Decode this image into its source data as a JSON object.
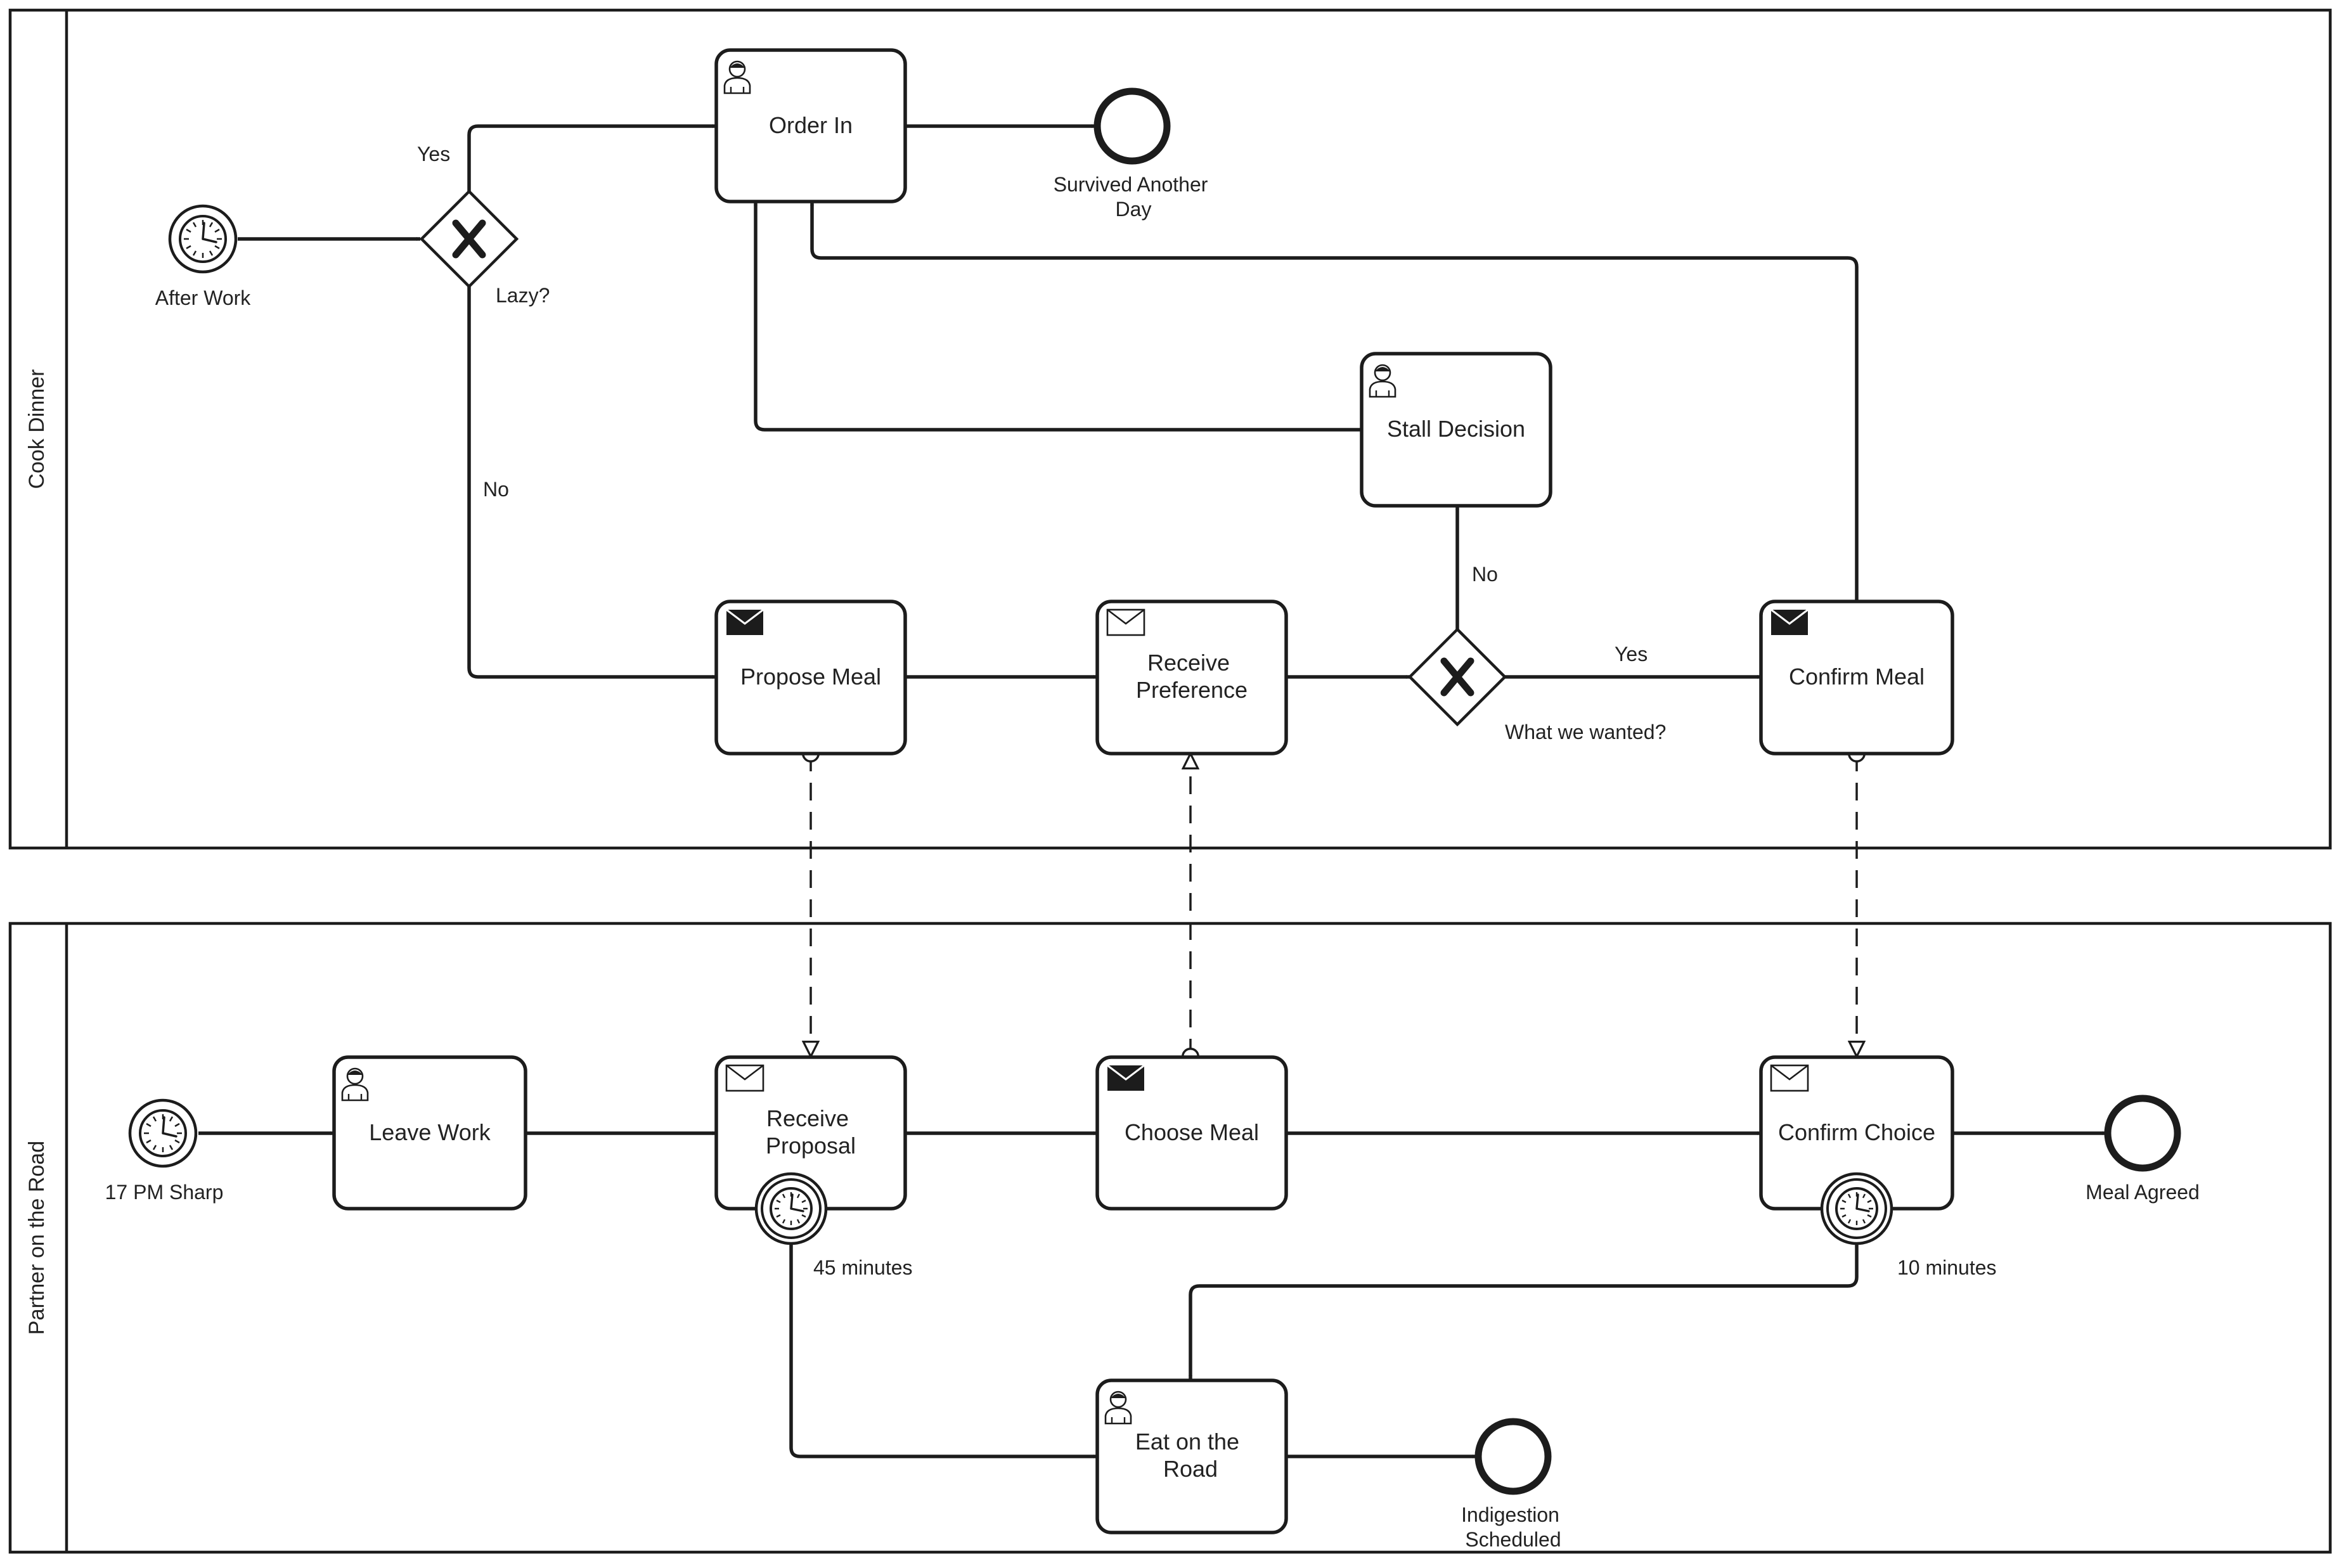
{
  "pools": [
    {
      "id": "cook",
      "name": "Cook Dinner"
    },
    {
      "id": "partner",
      "name": "Partner on the Road"
    }
  ],
  "tasks": {
    "order_in": {
      "lines": [
        "Order In"
      ],
      "marker": "user-icon"
    },
    "stall_decision": {
      "lines": [
        "Stall Decision"
      ],
      "marker": "user-icon"
    },
    "propose_meal": {
      "lines": [
        "Propose Meal"
      ],
      "marker": "envelope-filled-icon"
    },
    "receive_preference": {
      "lines": [
        "Receive",
        "Preference"
      ],
      "marker": "envelope-outline-icon"
    },
    "confirm_meal": {
      "lines": [
        "Confirm Meal"
      ],
      "marker": "envelope-filled-icon"
    },
    "leave_work": {
      "lines": [
        "Leave Work"
      ],
      "marker": "user-icon"
    },
    "receive_proposal": {
      "lines": [
        "Receive",
        "Proposal"
      ],
      "marker": "envelope-outline-icon"
    },
    "choose_meal": {
      "lines": [
        "Choose Meal"
      ],
      "marker": "envelope-filled-icon"
    },
    "confirm_choice": {
      "lines": [
        "Confirm Choice"
      ],
      "marker": "envelope-outline-icon"
    },
    "eat_on_road": {
      "lines": [
        "Eat on the",
        "Road"
      ],
      "marker": "user-icon"
    }
  },
  "events": {
    "after_work": {
      "lines": [
        "After Work"
      ],
      "type": "timer-start"
    },
    "survived": {
      "lines": [
        "Survived Another",
        "Day"
      ],
      "type": "end"
    },
    "pm_sharp": {
      "lines": [
        "17 PM Sharp"
      ],
      "type": "timer-start"
    },
    "meal_agreed": {
      "lines": [
        "Meal Agreed"
      ],
      "type": "end"
    },
    "indigestion": {
      "lines": [
        "Indigestion",
        "Scheduled"
      ],
      "type": "end"
    },
    "timer_45": {
      "lines": [
        "45 minutes"
      ],
      "type": "timer-boundary"
    },
    "timer_10": {
      "lines": [
        "10 minutes"
      ],
      "type": "timer-boundary"
    }
  },
  "gateways": {
    "lazy": {
      "label": "Lazy?"
    },
    "what_wanted": {
      "label": "What we wanted?"
    }
  },
  "flow_labels": {
    "lazy_yes": "Yes",
    "lazy_no": "No",
    "wanted_yes": "Yes",
    "wanted_no": "No"
  }
}
